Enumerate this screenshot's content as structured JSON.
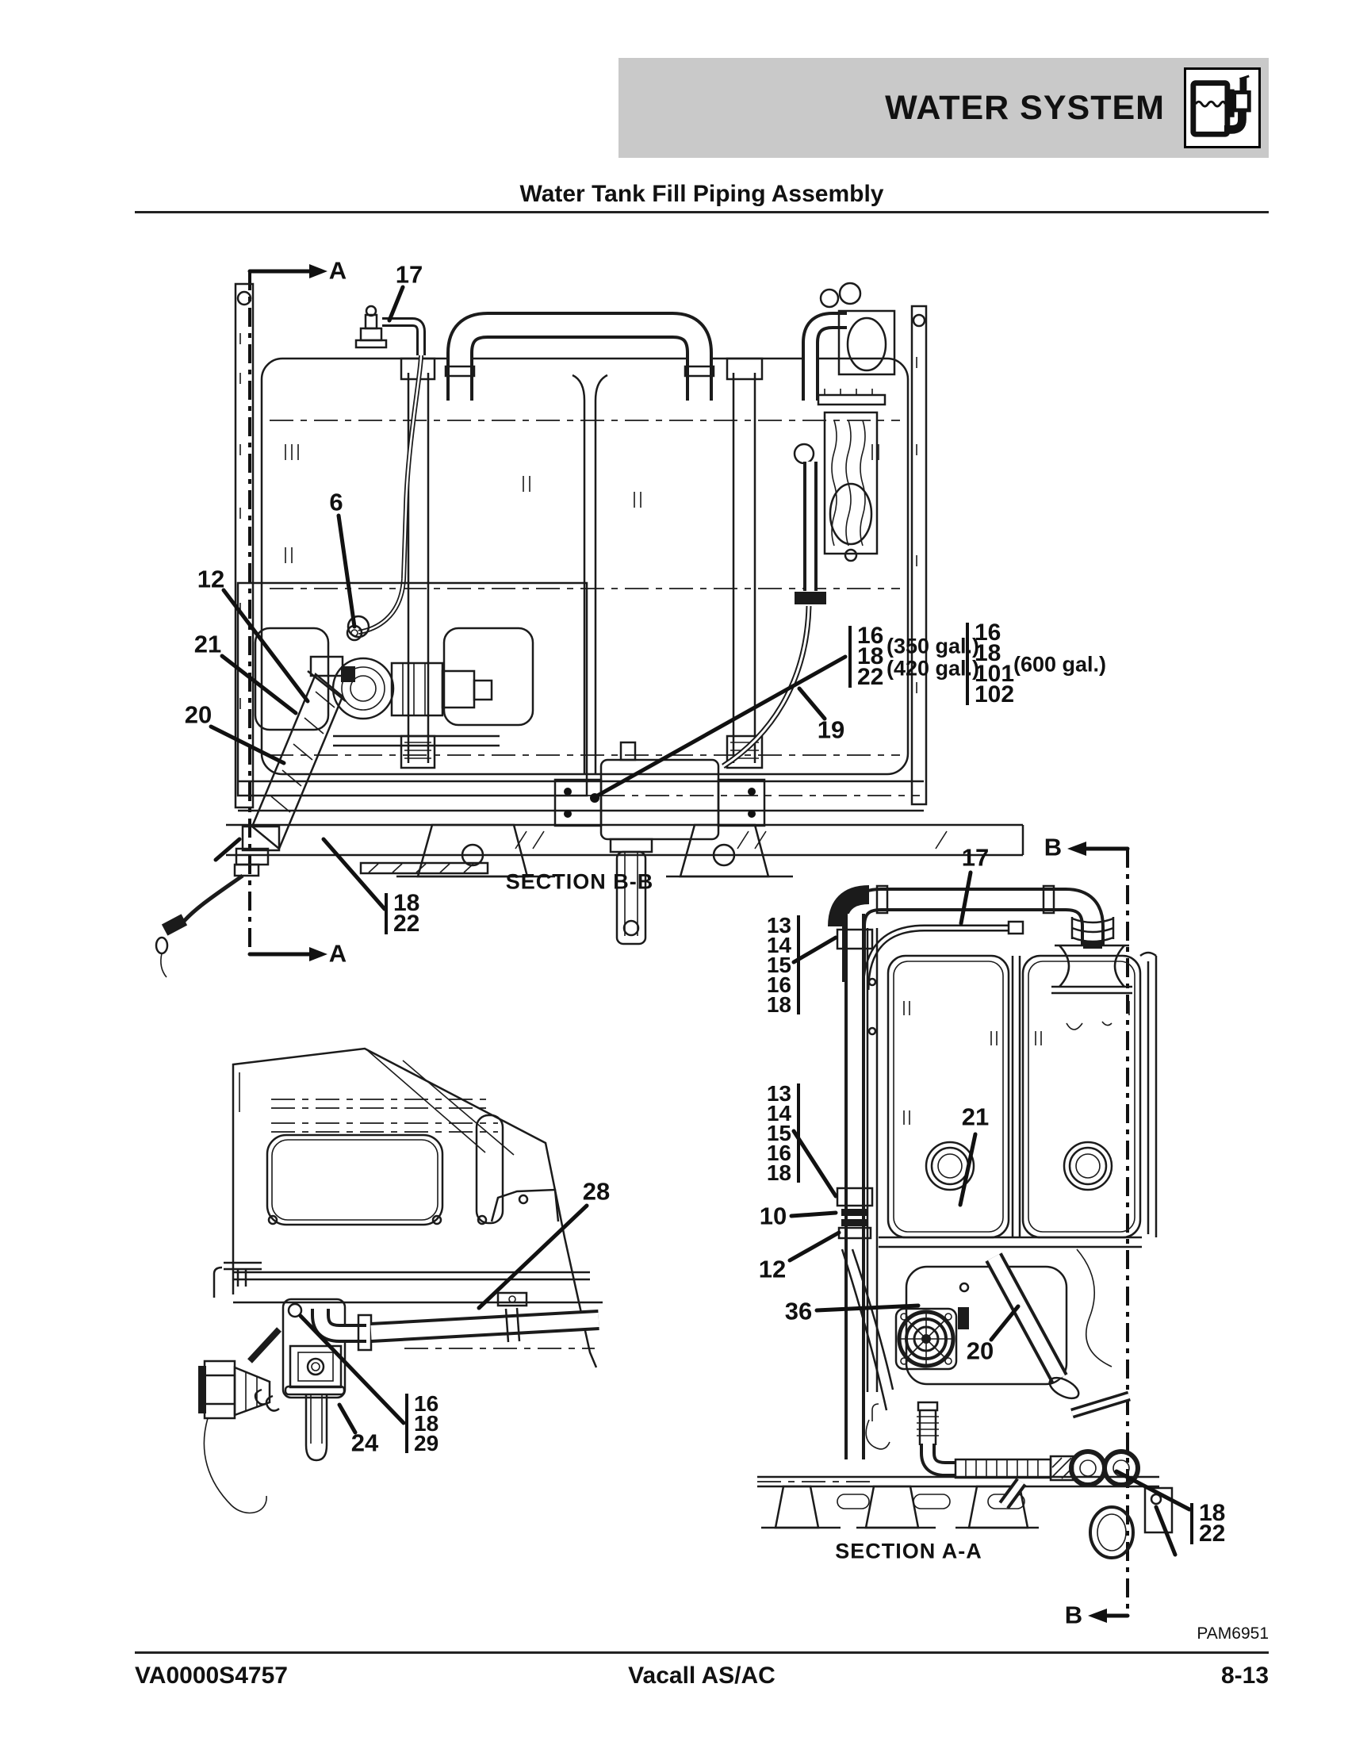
{
  "header": {
    "banner_title": "WATER SYSTEM",
    "icon": "water-tank-fill-icon"
  },
  "page_title": "Water Tank Fill Piping Assembly",
  "footer": {
    "document_number": "VA0000S4757",
    "model": "Vacall AS/AC",
    "page_number": "8-13",
    "figure_ref": "PAM6951"
  },
  "diagram": {
    "section_b": {
      "label": "SECTION B-B",
      "arrow_top": "A",
      "arrow_bottom": "A",
      "callouts": {
        "c17": "17",
        "c6": "6",
        "c12": "12",
        "c21": "21",
        "c20": "20",
        "c19": "19"
      },
      "groups": {
        "tank_small": {
          "items": [
            "16",
            "18",
            "22"
          ],
          "notes": [
            "(350 gal.)",
            "(420 gal.)"
          ]
        },
        "tank_600": {
          "items": [
            "16",
            "18",
            "101",
            "102"
          ],
          "note": "(600 gal.)"
        },
        "drain": {
          "items": [
            "18",
            "22"
          ]
        }
      }
    },
    "section_a": {
      "label": "SECTION A-A",
      "arrow_top": "B",
      "arrow_bottom": "B",
      "callouts": {
        "c17": "17",
        "c21": "21",
        "c10": "10",
        "c12": "12",
        "c36": "36",
        "c20": "20"
      },
      "groups": {
        "fill_upper": {
          "items": [
            "13",
            "14",
            "15",
            "16",
            "18"
          ]
        },
        "fill_lower": {
          "items": [
            "13",
            "14",
            "15",
            "16",
            "18"
          ]
        },
        "drain": {
          "items": [
            "18",
            "22"
          ]
        }
      }
    },
    "front_view": {
      "callouts": {
        "c28": "28",
        "c24": "24"
      },
      "groups": {
        "fill_hose": {
          "items": [
            "16",
            "18",
            "29"
          ]
        }
      }
    }
  }
}
